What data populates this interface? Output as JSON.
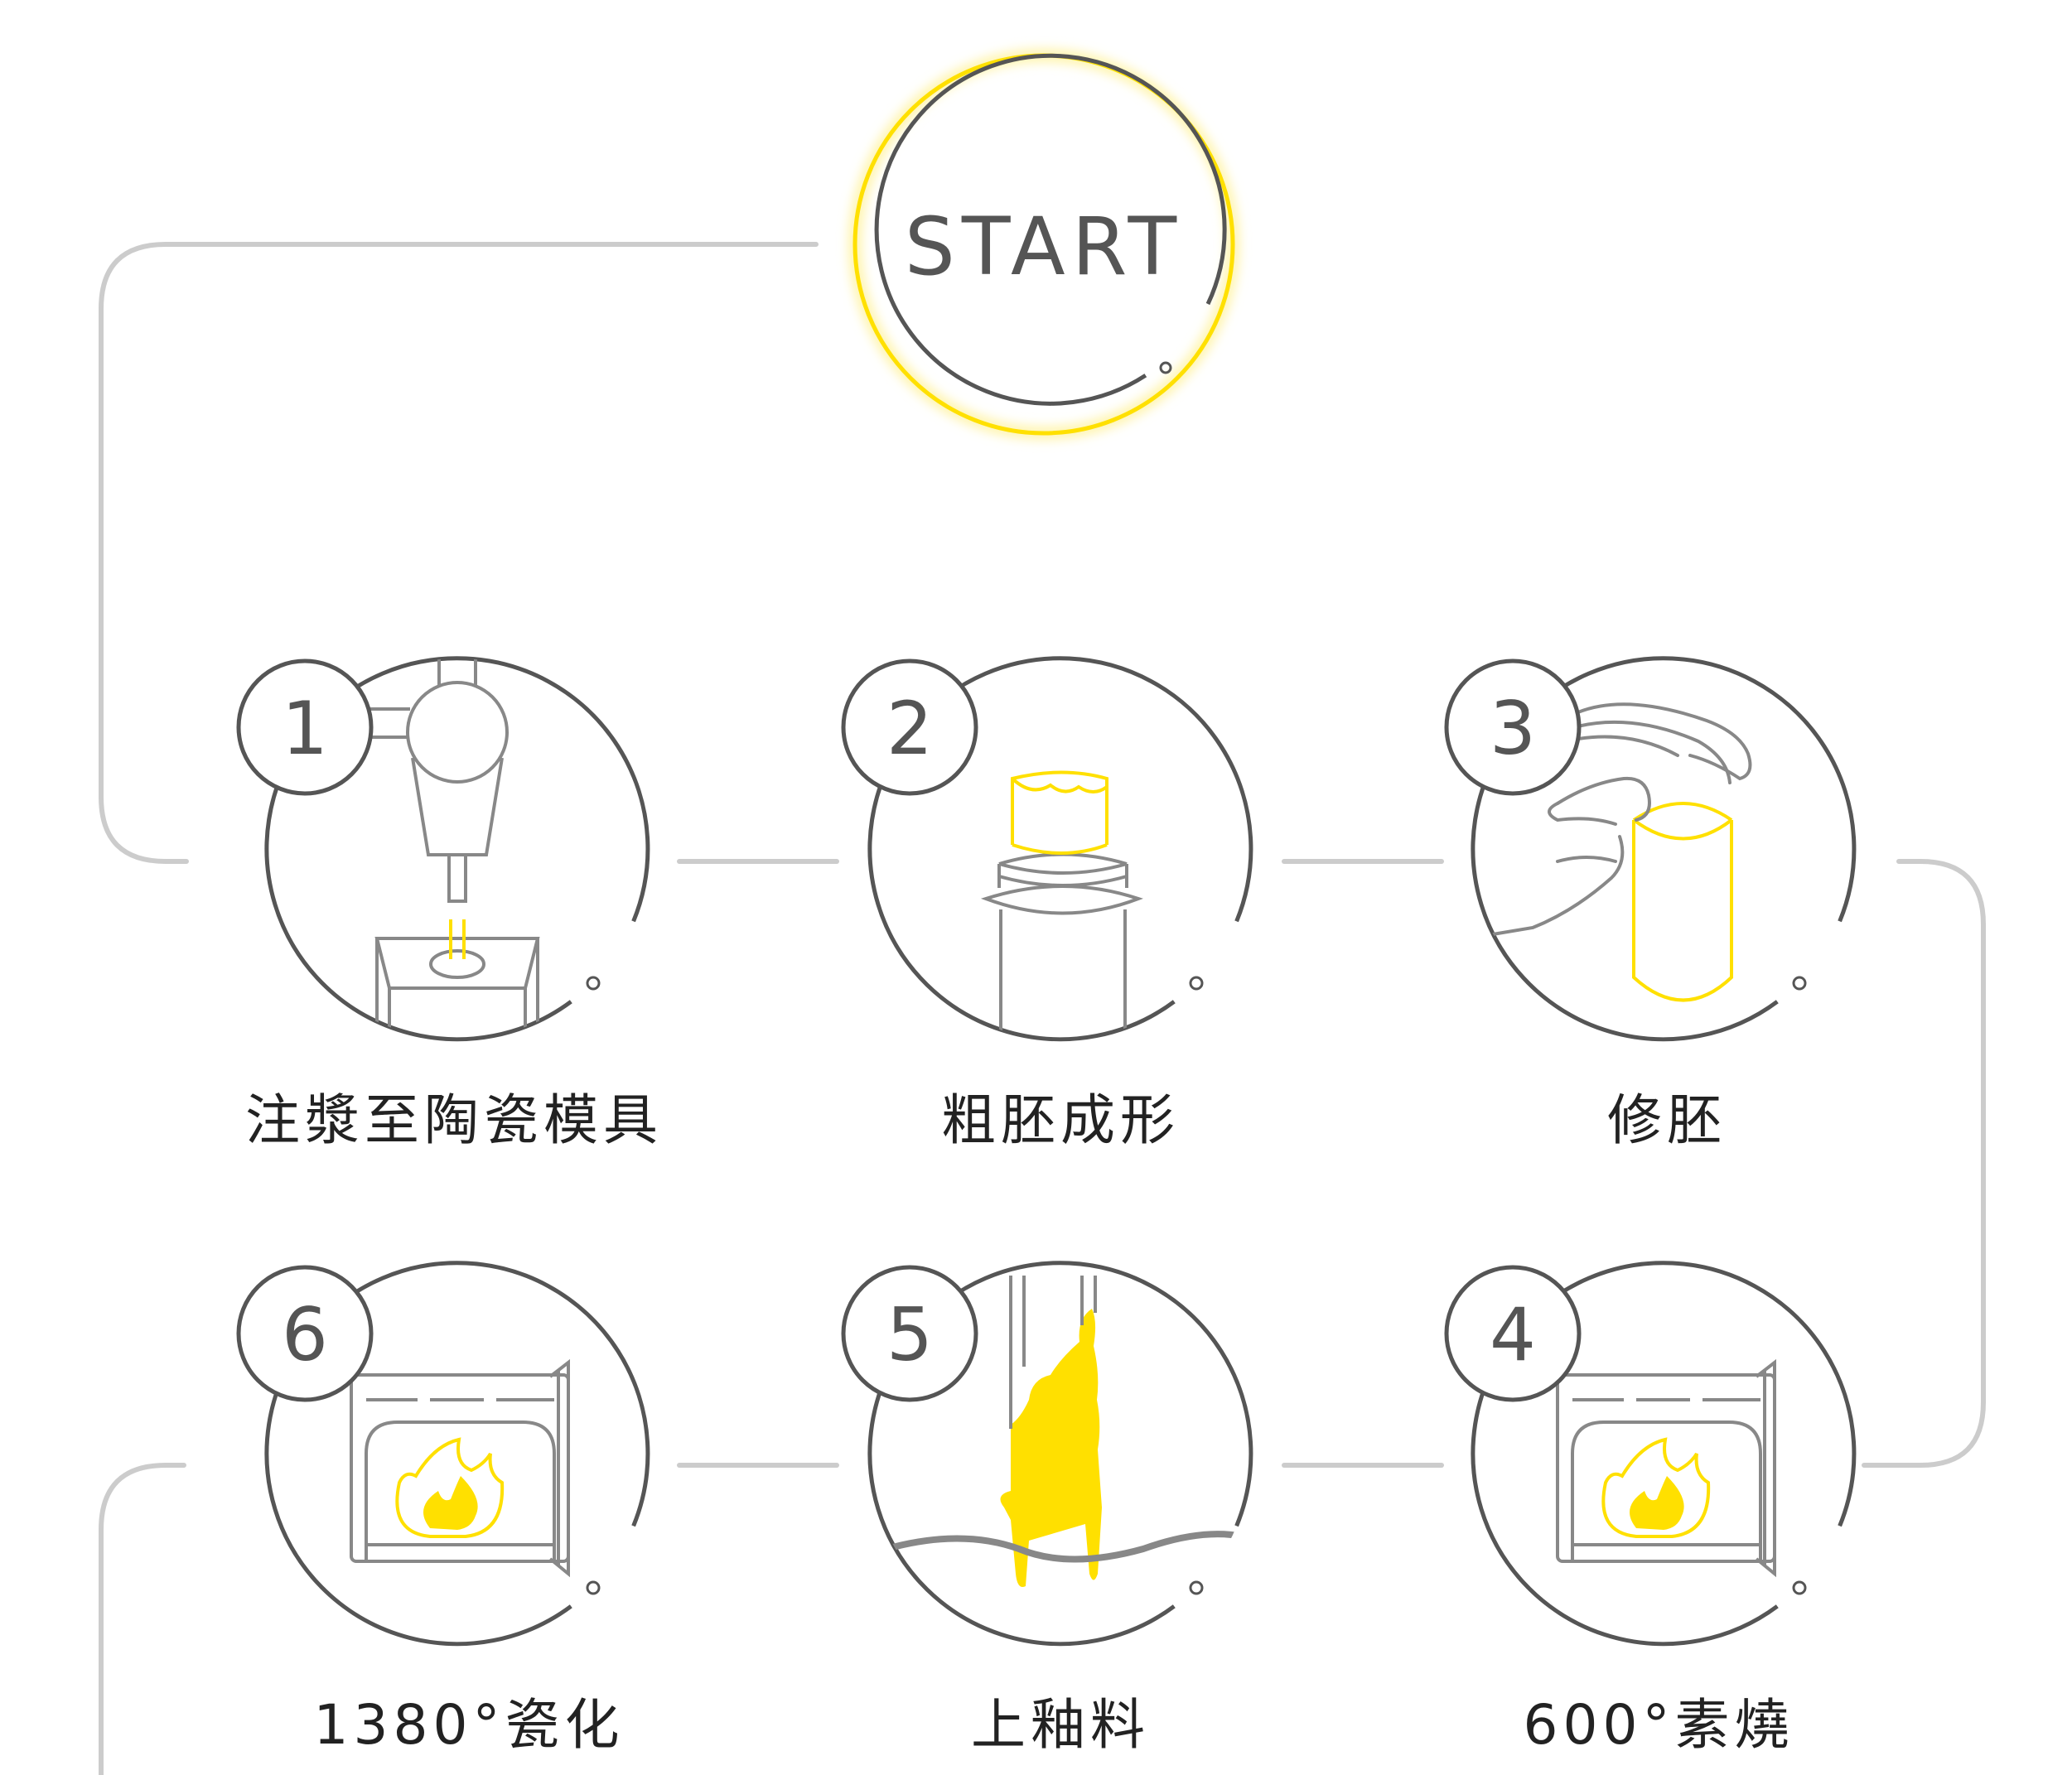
{
  "start": {
    "label": "START"
  },
  "steps": [
    {
      "number": "1",
      "label": "注漿至陶瓷模具",
      "icon": "slip-casting-machine-icon"
    },
    {
      "number": "2",
      "label": "粗胚成形",
      "icon": "rough-blank-cylinder-icon"
    },
    {
      "number": "3",
      "label": "修胚",
      "icon": "hand-trimming-icon"
    },
    {
      "number": "4",
      "label": "600°素燒",
      "icon": "kiln-fire-icon"
    },
    {
      "number": "5",
      "label": "上釉料",
      "icon": "glaze-dipping-icon"
    },
    {
      "number": "6",
      "label": "1380°瓷化",
      "icon": "kiln-fire-icon"
    }
  ],
  "colors": {
    "line": "#555555",
    "connector": "#cccccc",
    "accent": "#ffe000",
    "glow": "#fff3a0"
  }
}
